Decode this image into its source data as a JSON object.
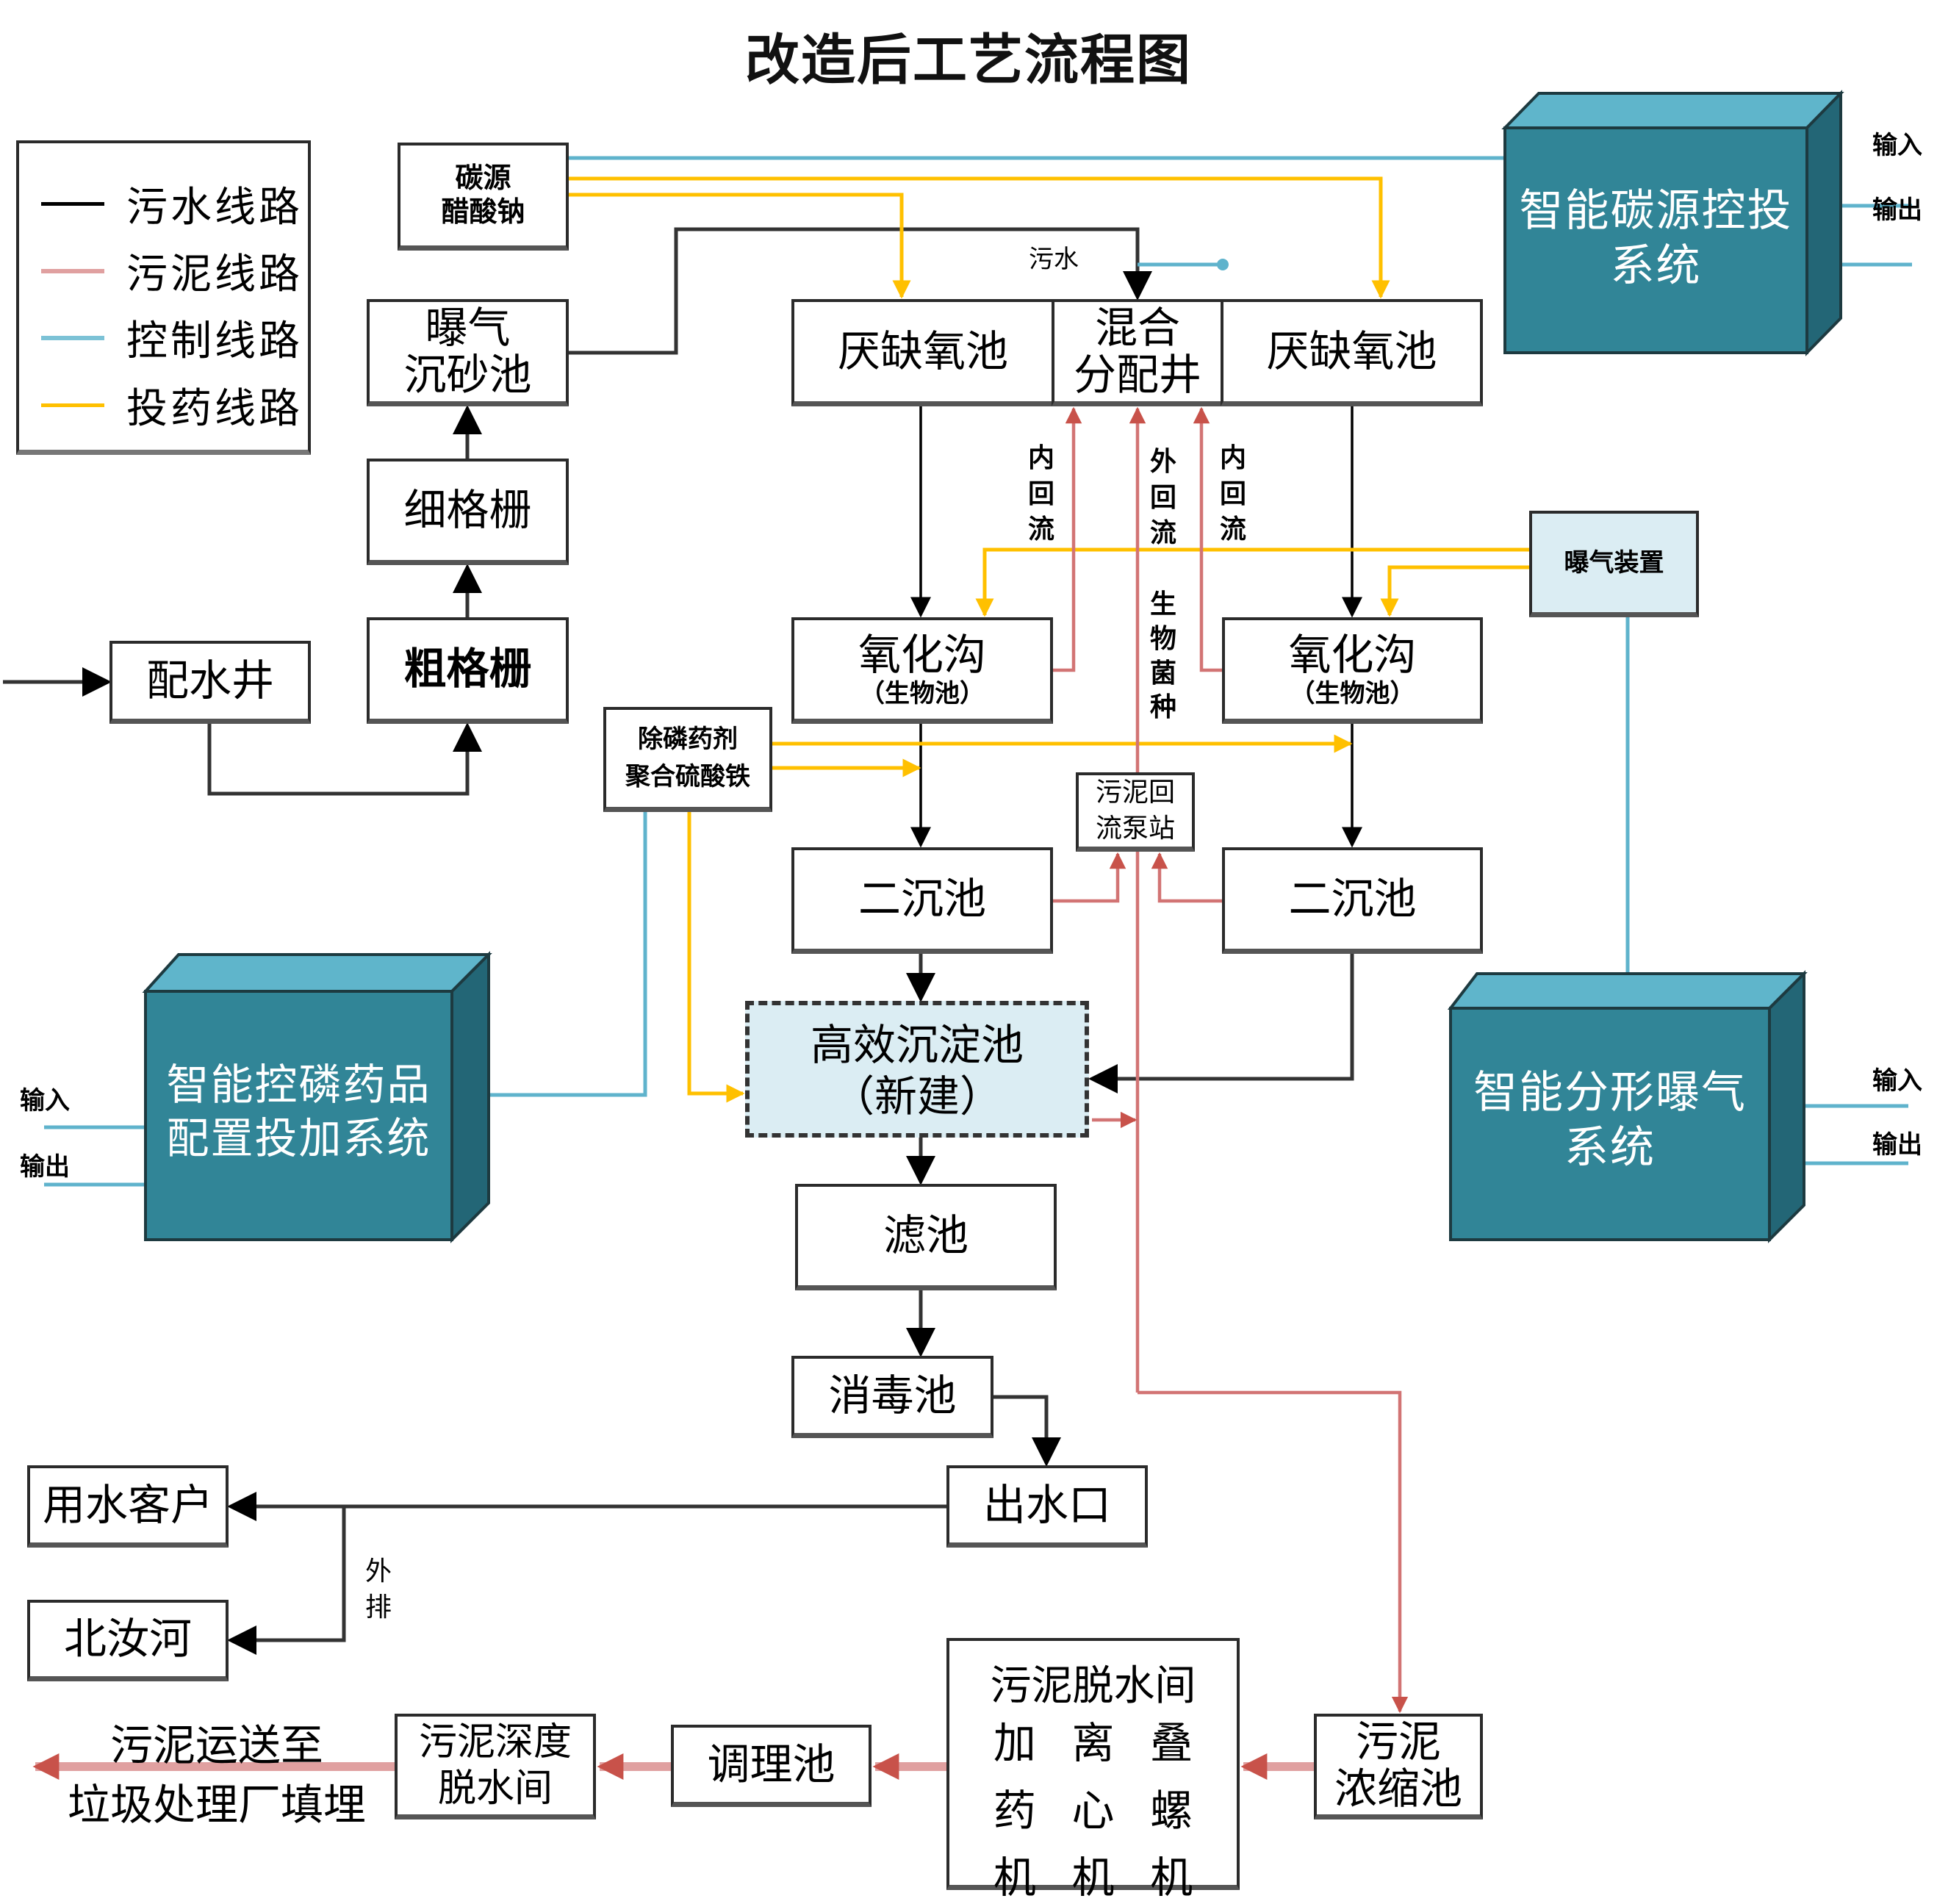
{
  "title": "改造后工艺流程图",
  "legend": {
    "items": [
      {
        "label": "污水线路",
        "color": "#000000"
      },
      {
        "label": "污泥线路",
        "color": "#e0a0a0"
      },
      {
        "label": "控制线路",
        "color": "#7cc2d6"
      },
      {
        "label": "投药线路",
        "color": "#ffc000"
      }
    ]
  },
  "colors": {
    "sewage": "#000000",
    "sludge": "#d27474",
    "sludge_arrow": "#c8524a",
    "control": "#5fb3cc",
    "dosing": "#ffc000",
    "cube_front": "#318597",
    "cube_top": "#5fb5cb",
    "cube_side": "#236676",
    "highlight_fill": "#dbedf3"
  },
  "nodes": {
    "carbon_source": {
      "lines": [
        "碳源",
        "醋酸钠"
      ]
    },
    "aerated_grit": {
      "lines": [
        "曝气",
        "沉砂池"
      ]
    },
    "fine_screen": {
      "label": "细格栅"
    },
    "coarse_screen": {
      "label": "粗格栅"
    },
    "distribution_well": {
      "label": "配水井"
    },
    "anoxic_left": {
      "label": "厌缺氧池"
    },
    "mixing_well": {
      "lines": [
        "混合",
        "分配井"
      ]
    },
    "anoxic_right": {
      "label": "厌缺氧池"
    },
    "aeration_device": {
      "label": "曝气装置"
    },
    "oxidation_left": {
      "label": "氧化沟",
      "sub": "（生物池）"
    },
    "oxidation_right": {
      "label": "氧化沟",
      "sub": "（生物池）"
    },
    "phosphorus_agent": {
      "lines": [
        "除磷药剂",
        "聚合硫酸铁"
      ]
    },
    "sludge_pump": {
      "lines": [
        "污泥回",
        "流泵站"
      ]
    },
    "secondary_left": {
      "label": "二沉池"
    },
    "secondary_right": {
      "label": "二沉池"
    },
    "hi_eff_sedimentation": {
      "lines": [
        "高效沉淀池",
        "（新建）"
      ]
    },
    "filter": {
      "label": "滤池"
    },
    "disinfection": {
      "label": "消毒池"
    },
    "outlet": {
      "label": "出水口"
    },
    "water_customer": {
      "label": "用水客户"
    },
    "beiru_river": {
      "label": "北汝河"
    },
    "sludge_dewatering": {
      "title": "污泥脱水间",
      "grid": [
        "加",
        "离",
        "叠",
        "药",
        "心",
        "螺",
        "机",
        "机",
        "机"
      ]
    },
    "sludge_thickener": {
      "lines": [
        "污泥",
        "浓缩池"
      ]
    },
    "conditioning_tank": {
      "label": "调理池"
    },
    "deep_dewatering": {
      "lines": [
        "污泥深度",
        "脱水间"
      ]
    }
  },
  "systems": {
    "carbon_control": {
      "lines": [
        "智能碳源控投",
        "系统"
      ],
      "input": "输入",
      "output": "输出"
    },
    "phosphorus_control": {
      "lines": [
        "智能控磷药品",
        "配置投加系统"
      ],
      "input": "输入",
      "output": "输出"
    },
    "aeration_control": {
      "lines": [
        "智能分形曝气",
        "系统"
      ],
      "input": "输入",
      "output": "输出"
    }
  },
  "labels": {
    "sewage": "污水",
    "inner_return_left": [
      "内",
      "回",
      "流"
    ],
    "outer_return": [
      "外",
      "回",
      "流"
    ],
    "inner_return_right": [
      "内",
      "回",
      "流"
    ],
    "bio_seed": [
      "生",
      "物",
      "菌",
      "种"
    ],
    "discharge": [
      "外",
      "排"
    ],
    "sludge_transport": [
      "污泥运送至",
      "垃圾处理厂填埋"
    ]
  }
}
